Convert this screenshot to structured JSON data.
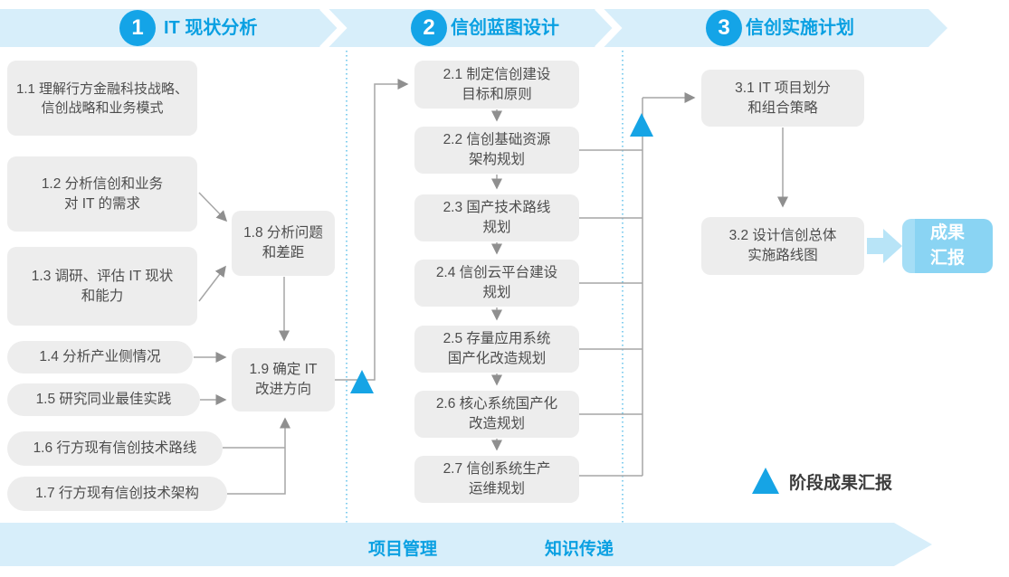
{
  "phases": [
    {
      "number": "1",
      "title": "IT 现状分析"
    },
    {
      "number": "2",
      "title": "信创蓝图设计"
    },
    {
      "number": "3",
      "title": "信创实施计划"
    }
  ],
  "boxes": {
    "b11": "1.1 理解行方金融科技战略、\n信创战略和业务模式",
    "b12": "1.2 分析信创和业务\n对 IT 的需求",
    "b13": "1.3 调研、评估 IT 现状\n和能力",
    "b14": "1.4 分析产业侧情况",
    "b15": "1.5 研究同业最佳实践",
    "b16": "1.6 行方现有信创技术路线",
    "b17": "1.7 行方现有信创技术架构",
    "b18": "1.8 分析问题\n和差距",
    "b19": "1.9 确定 IT\n改进方向",
    "b21": "2.1 制定信创建设\n目标和原则",
    "b22": "2.2 信创基础资源\n架构规划",
    "b23": "2.3 国产技术路线\n规划",
    "b24": "2.4 信创云平台建设\n规划",
    "b25": "2.5 存量应用系统\n国产化改造规划",
    "b26": "2.6 核心系统国产化\n改造规划",
    "b27": "2.7 信创系统生产\n运维规划",
    "b31": "3.1 IT 项目划分\n和组合策略",
    "b32": "3.2 设计信创总体\n实施路线图"
  },
  "result_box": "成果\n汇报",
  "bottom_band": {
    "left_label": "项目管理",
    "right_label": "知识传递"
  },
  "legend": {
    "label": "阶段成果汇报"
  },
  "colors": {
    "accent_blue": "#14a4e7",
    "title_blue": "#0aa0e2",
    "band_blue": "#d7eefa",
    "box_gray": "#ededed",
    "line_gray": "#a6a6a6",
    "result_blue": "#8ad4f3",
    "block_arrow_blue": "#b8e4f7"
  }
}
